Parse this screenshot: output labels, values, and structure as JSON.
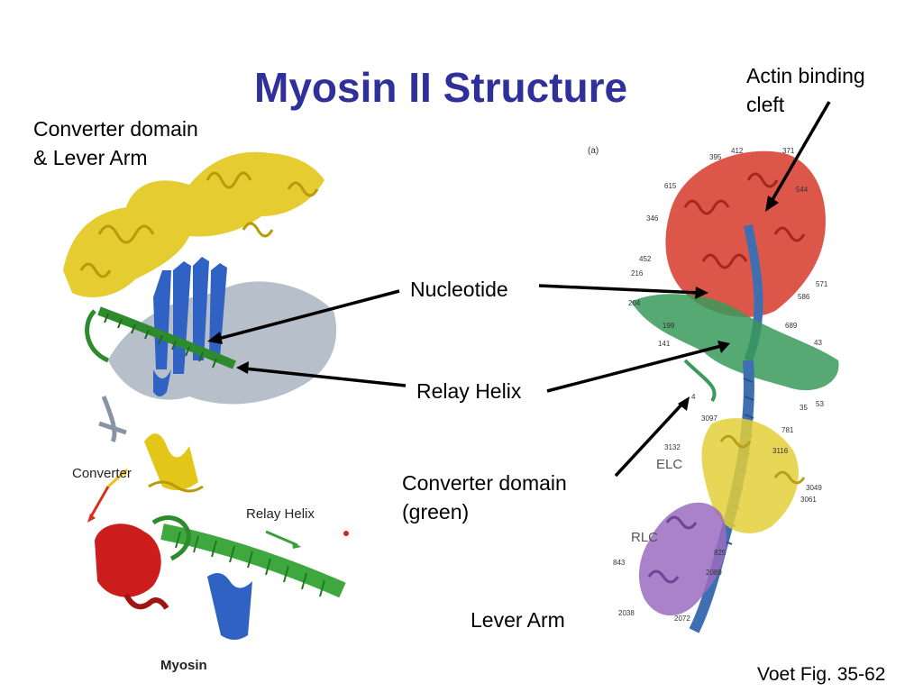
{
  "slide": {
    "title": "Myosin II Structure",
    "labels": {
      "actin_cleft_1": "Actin binding",
      "actin_cleft_2": "cleft",
      "converter_lever_1": "Converter domain",
      "converter_lever_2": "& Lever Arm",
      "nucleotide": "Nucleotide",
      "relay_helix": "Relay Helix",
      "converter_green_1": "Converter domain",
      "converter_green_2": "(green)",
      "lever_arm": "Lever Arm",
      "citation": "Voet Fig. 35-62"
    },
    "inset": {
      "converter": "Converter",
      "relay_helix": "Relay Helix",
      "myosin": "Myosin"
    },
    "figure": {
      "panel": "(a)",
      "elc": "ELC",
      "rlc": "RLC",
      "residues": [
        "395",
        "412",
        "371",
        "615",
        "544",
        "346",
        "452",
        "216",
        "571",
        "204",
        "586",
        "199",
        "689",
        "141",
        "43",
        "35",
        "53",
        "4",
        "3097",
        "781",
        "3132",
        "3116",
        "3049",
        "3061",
        "825",
        "843",
        "2089",
        "2038",
        "2072"
      ]
    }
  },
  "colors": {
    "title": "#30309a",
    "motor_yellow": "#e2c619",
    "sheet_blue": "#2f62c2",
    "relay_green": "#2d8a2d",
    "core_grey": "#aab4c2",
    "head_red": "#d9493a",
    "converter_green": "#3a9a5a",
    "lever_blue": "#3f6fb0",
    "elc_yellow": "#e4cf3a",
    "rlc_purple": "#9a6cc0",
    "inset_red": "#cc1d1d"
  }
}
